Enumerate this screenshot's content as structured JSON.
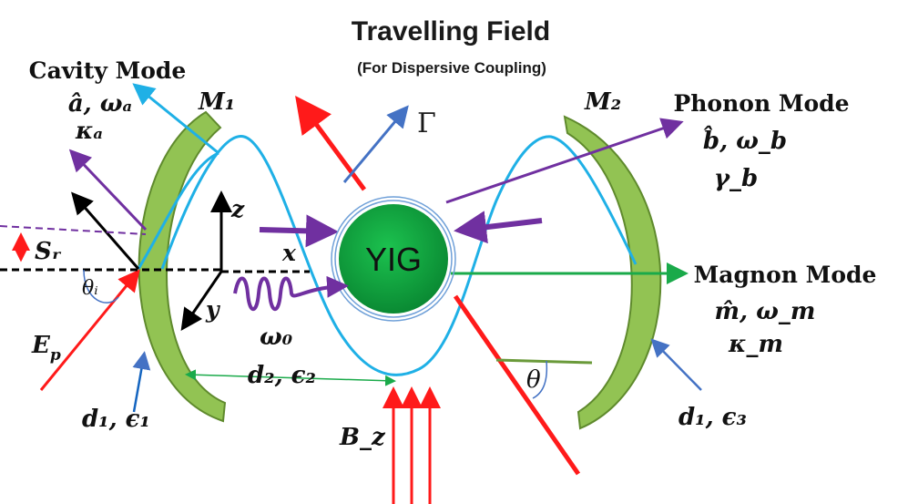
{
  "title": "Travelling Field",
  "subtitle": "(For Dispersive Coupling)",
  "gamma": "Γ",
  "cavity": {
    "name": "Cavity Mode",
    "line1": "â, ωₐ",
    "line2": "κₐ"
  },
  "phonon": {
    "name": "Phonon Mode",
    "line1": "b̂, ω_b",
    "line2": "γ_b"
  },
  "magnon": {
    "name": "Magnon Mode",
    "line1": "m̂, ω_m",
    "line2": "κ_m"
  },
  "mirrors": {
    "m1": "M₁",
    "m2": "M₂"
  },
  "yig": "YIG",
  "axes": {
    "x": "x",
    "y": "y",
    "z": "z"
  },
  "symbols": {
    "sr": "Sᵣ",
    "theta_i": "θᵢ",
    "ep": "E_p",
    "omega0": "ω₀",
    "d1e1": "d₁, ϵ₁",
    "d2e2": "d₂, ϵ₂",
    "d1e3": "d₁, ϵ₃",
    "bz": "B_z",
    "theta": "θ"
  },
  "colors": {
    "mirror": "#92c353",
    "mirror_stroke": "#5f8a2d",
    "wave": "#1fb0e6",
    "red_arrow": "#ff1a1a",
    "purple": "#7030a0",
    "green_arrow": "#1aaa4a",
    "blue_arrow": "#4472c4",
    "yig_fill": "#0a9a3a"
  }
}
